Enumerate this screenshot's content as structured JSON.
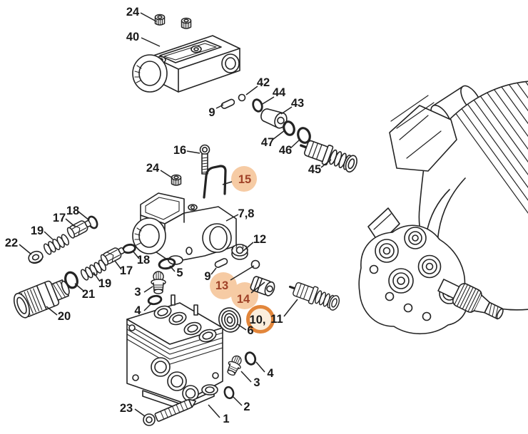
{
  "diagram": {
    "kind": "exploded-parts-diagram",
    "description": "Pressure washer pump exploded parts view with numbered callouts and motor assembly",
    "colors": {
      "background": "#ffffff",
      "line": "#232323",
      "label_text": "#1a1a1a",
      "highlight_fill": "#f6cba4",
      "highlight_text": "#a04228",
      "ring_stroke": "#e2863b",
      "ring_fill": "#fbeedd"
    },
    "highlights": {
      "filled_circle_labels": [
        "15",
        "13",
        "14"
      ],
      "ring_circled_label": "10"
    },
    "labels": [
      {
        "text": "24"
      },
      {
        "text": "40"
      },
      {
        "text": "9"
      },
      {
        "text": "42"
      },
      {
        "text": "44"
      },
      {
        "text": "43"
      },
      {
        "text": "47"
      },
      {
        "text": "46"
      },
      {
        "text": "45"
      },
      {
        "text": "16"
      },
      {
        "text": "24"
      },
      {
        "text": "15",
        "highlighted": true
      },
      {
        "text": "7,8"
      },
      {
        "text": "12"
      },
      {
        "text": "18"
      },
      {
        "text": "17"
      },
      {
        "text": "19"
      },
      {
        "text": "22"
      },
      {
        "text": "21"
      },
      {
        "text": "20"
      },
      {
        "text": "17"
      },
      {
        "text": "19"
      },
      {
        "text": "18"
      },
      {
        "text": "5"
      },
      {
        "text": "3"
      },
      {
        "text": "4"
      },
      {
        "text": "9"
      },
      {
        "text": "13",
        "highlighted": true
      },
      {
        "text": "14",
        "highlighted": true
      },
      {
        "text": "10,",
        "ring_circled": true
      },
      {
        "text": "11"
      },
      {
        "text": "6"
      },
      {
        "text": "4"
      },
      {
        "text": "3"
      },
      {
        "text": "2"
      },
      {
        "text": "1"
      },
      {
        "text": "23"
      }
    ]
  }
}
